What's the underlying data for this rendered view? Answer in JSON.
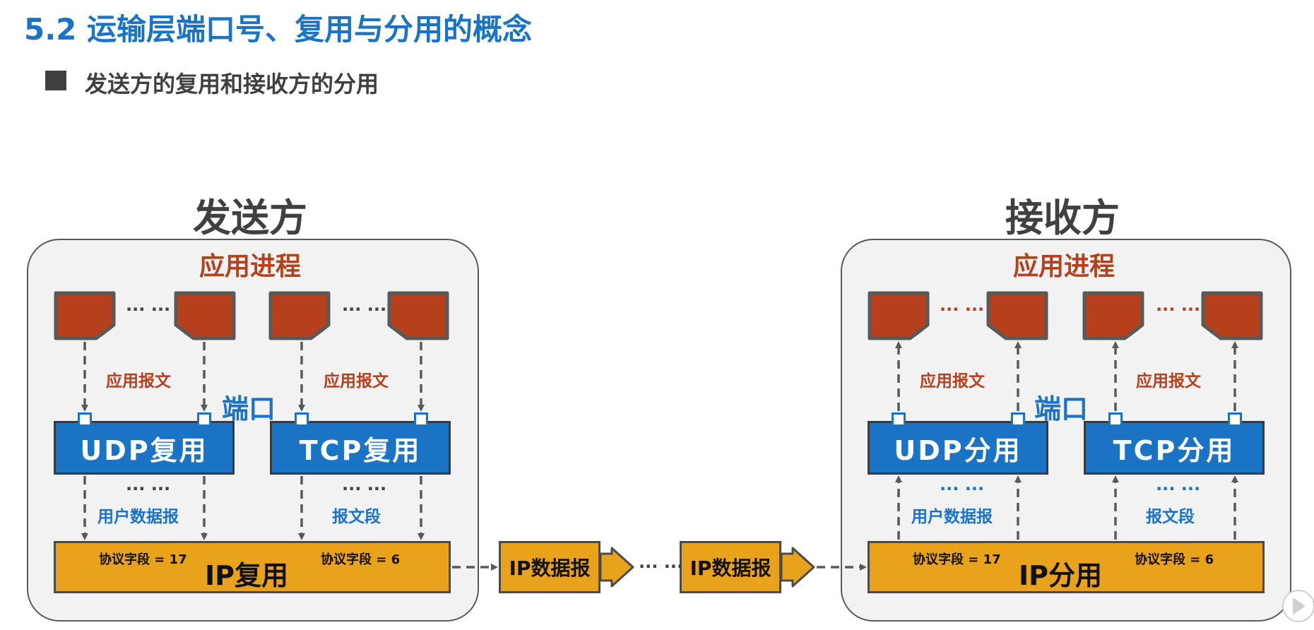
{
  "header": {
    "title": "5.2 运输层端口号、复用与分用的概念",
    "subtitle": "发送方的复用和接收方的分用"
  },
  "sender": {
    "title": "发送方",
    "app_process": "应用进程",
    "dots_top_left": "··· ···",
    "dots_top_right": "··· ···",
    "app_message_left": "应用报文",
    "app_message_right": "应用报文",
    "port": "端口",
    "udp_box": "UDP复用",
    "tcp_box": "TCP复用",
    "dots_mid_left": "··· ···",
    "dots_mid_right": "··· ···",
    "user_datagram": "用户数据报",
    "segment": "报文段",
    "ip_box": "IP复用",
    "protocol_udp": "协议字段 = 17",
    "protocol_tcp": "协议字段 = 6"
  },
  "network": {
    "datagram_left": "IP数据报",
    "datagram_right": "IP数据报",
    "dots": "··· ···"
  },
  "receiver": {
    "title": "接收方",
    "app_process": "应用进程",
    "dots_top_left": "··· ···",
    "dots_top_right": "··· ···",
    "app_message_left": "应用报文",
    "app_message_right": "应用报文",
    "port": "端口",
    "udp_box": "UDP分用",
    "tcp_box": "TCP分用",
    "dots_mid_left": "··· ···",
    "dots_mid_right": "··· ···",
    "user_datagram": "用户数据报",
    "segment": "报文段",
    "ip_box": "IP分用",
    "protocol_udp": "协议字段 = 17",
    "protocol_tcp": "协议字段 = 6"
  },
  "colors": {
    "title_blue": "#1a73c4",
    "app_red": "#b5401b",
    "ip_orange": "#e9a21c",
    "box_gray": "#f2f2f2",
    "text_dark": "#404040"
  },
  "icons": {
    "bullet": "square-bullet-icon",
    "process": "document-icon",
    "corner": "video-play-icon"
  }
}
